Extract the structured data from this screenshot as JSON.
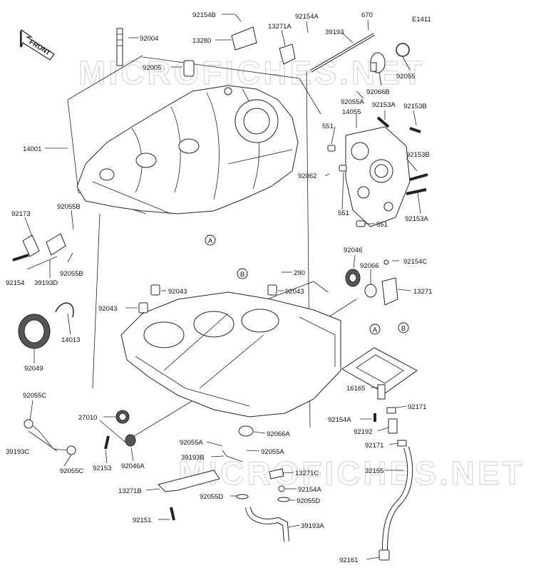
{
  "diagram": {
    "code": "E1411",
    "front_label": "FRONT",
    "watermark": "MICROFICHES.NET",
    "refs": [
      "A",
      "B"
    ],
    "callouts": [
      {
        "id": "c92154B",
        "text": "92154B"
      },
      {
        "id": "c13280",
        "text": "13280"
      },
      {
        "id": "c92004",
        "text": "92004"
      },
      {
        "id": "c92005",
        "text": "92005"
      },
      {
        "id": "c13271A",
        "text": "13271A"
      },
      {
        "id": "c92154A_top",
        "text": "92154A"
      },
      {
        "id": "c670",
        "text": "670"
      },
      {
        "id": "c39193",
        "text": "39193"
      },
      {
        "id": "c92055",
        "text": "92055"
      },
      {
        "id": "c92066B",
        "text": "92066B"
      },
      {
        "id": "c92055A_top",
        "text": "92055A"
      },
      {
        "id": "c14055",
        "text": "14055"
      },
      {
        "id": "c92153A_top",
        "text": "92153A"
      },
      {
        "id": "c92153B_top",
        "text": "92153B"
      },
      {
        "id": "c551_a",
        "text": "551"
      },
      {
        "id": "c92153B_mid",
        "text": "92153B"
      },
      {
        "id": "c92062",
        "text": "92062"
      },
      {
        "id": "c551_b",
        "text": "551"
      },
      {
        "id": "c551_c",
        "text": "551"
      },
      {
        "id": "c92153A_bot",
        "text": "92153A"
      },
      {
        "id": "c14001",
        "text": "14001"
      },
      {
        "id": "c92173",
        "text": "92173"
      },
      {
        "id": "c92055B_a",
        "text": "92055B"
      },
      {
        "id": "c92055B_b",
        "text": "92055B"
      },
      {
        "id": "c92154",
        "text": "92154"
      },
      {
        "id": "c39193D",
        "text": "39193D"
      },
      {
        "id": "c92046",
        "text": "92046"
      },
      {
        "id": "c92066",
        "text": "92066"
      },
      {
        "id": "c92154C",
        "text": "92154C"
      },
      {
        "id": "c13271",
        "text": "13271"
      },
      {
        "id": "c290",
        "text": "290"
      },
      {
        "id": "c92043_a",
        "text": "92043"
      },
      {
        "id": "c92043_b",
        "text": "92043"
      },
      {
        "id": "c92043_c",
        "text": "92043"
      },
      {
        "id": "c14013",
        "text": "14013"
      },
      {
        "id": "c92049",
        "text": "92049"
      },
      {
        "id": "c16165",
        "text": "16165"
      },
      {
        "id": "c92171_a",
        "text": "92171"
      },
      {
        "id": "c92154A_mid",
        "text": "92154A"
      },
      {
        "id": "c92192",
        "text": "92192"
      },
      {
        "id": "c92171_b",
        "text": "92171"
      },
      {
        "id": "c32155",
        "text": "32155"
      },
      {
        "id": "c92055C_a",
        "text": "92055C"
      },
      {
        "id": "c27010",
        "text": "27010"
      },
      {
        "id": "c92066A",
        "text": "92066A"
      },
      {
        "id": "c39193C",
        "text": "39193C"
      },
      {
        "id": "c92055C_b",
        "text": "92055C"
      },
      {
        "id": "c92153",
        "text": "92153"
      },
      {
        "id": "c92046A",
        "text": "92046A"
      },
      {
        "id": "c92055A_mid",
        "text": "92055A"
      },
      {
        "id": "c39193B",
        "text": "39193B"
      },
      {
        "id": "c92055A_low",
        "text": "92055A"
      },
      {
        "id": "c13271C",
        "text": "13271C"
      },
      {
        "id": "c92154A_low",
        "text": "92154A"
      },
      {
        "id": "c13271B",
        "text": "13271B"
      },
      {
        "id": "c92055D_a",
        "text": "92055D"
      },
      {
        "id": "c92055D_b",
        "text": "92055D"
      },
      {
        "id": "c92151",
        "text": "92151"
      },
      {
        "id": "c39193A",
        "text": "39193A"
      },
      {
        "id": "c92161",
        "text": "92161"
      }
    ]
  }
}
